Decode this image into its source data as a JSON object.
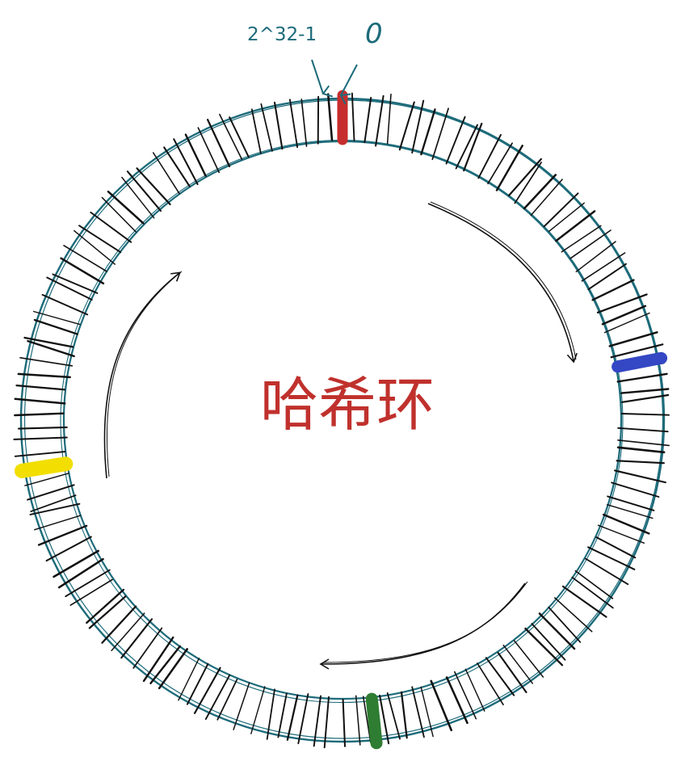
{
  "diagram": {
    "title": "哈希环",
    "labels": {
      "max_value": "2^32-1",
      "zero": "0"
    },
    "colors": {
      "ring": "#1d6b7a",
      "ticks": "#111111",
      "arrows": "#111111",
      "title": "#c0312d",
      "marker_top": "#c62d2d",
      "marker_right": "#3447c4",
      "marker_bottom": "#2e7d32",
      "marker_left": "#f2de00"
    },
    "markers": [
      {
        "name": "marker-top",
        "color_key": "marker_top"
      },
      {
        "name": "marker-right",
        "color_key": "marker_right"
      },
      {
        "name": "marker-bottom",
        "color_key": "marker_bottom"
      },
      {
        "name": "marker-left",
        "color_key": "marker_left"
      }
    ],
    "direction": "clockwise"
  }
}
